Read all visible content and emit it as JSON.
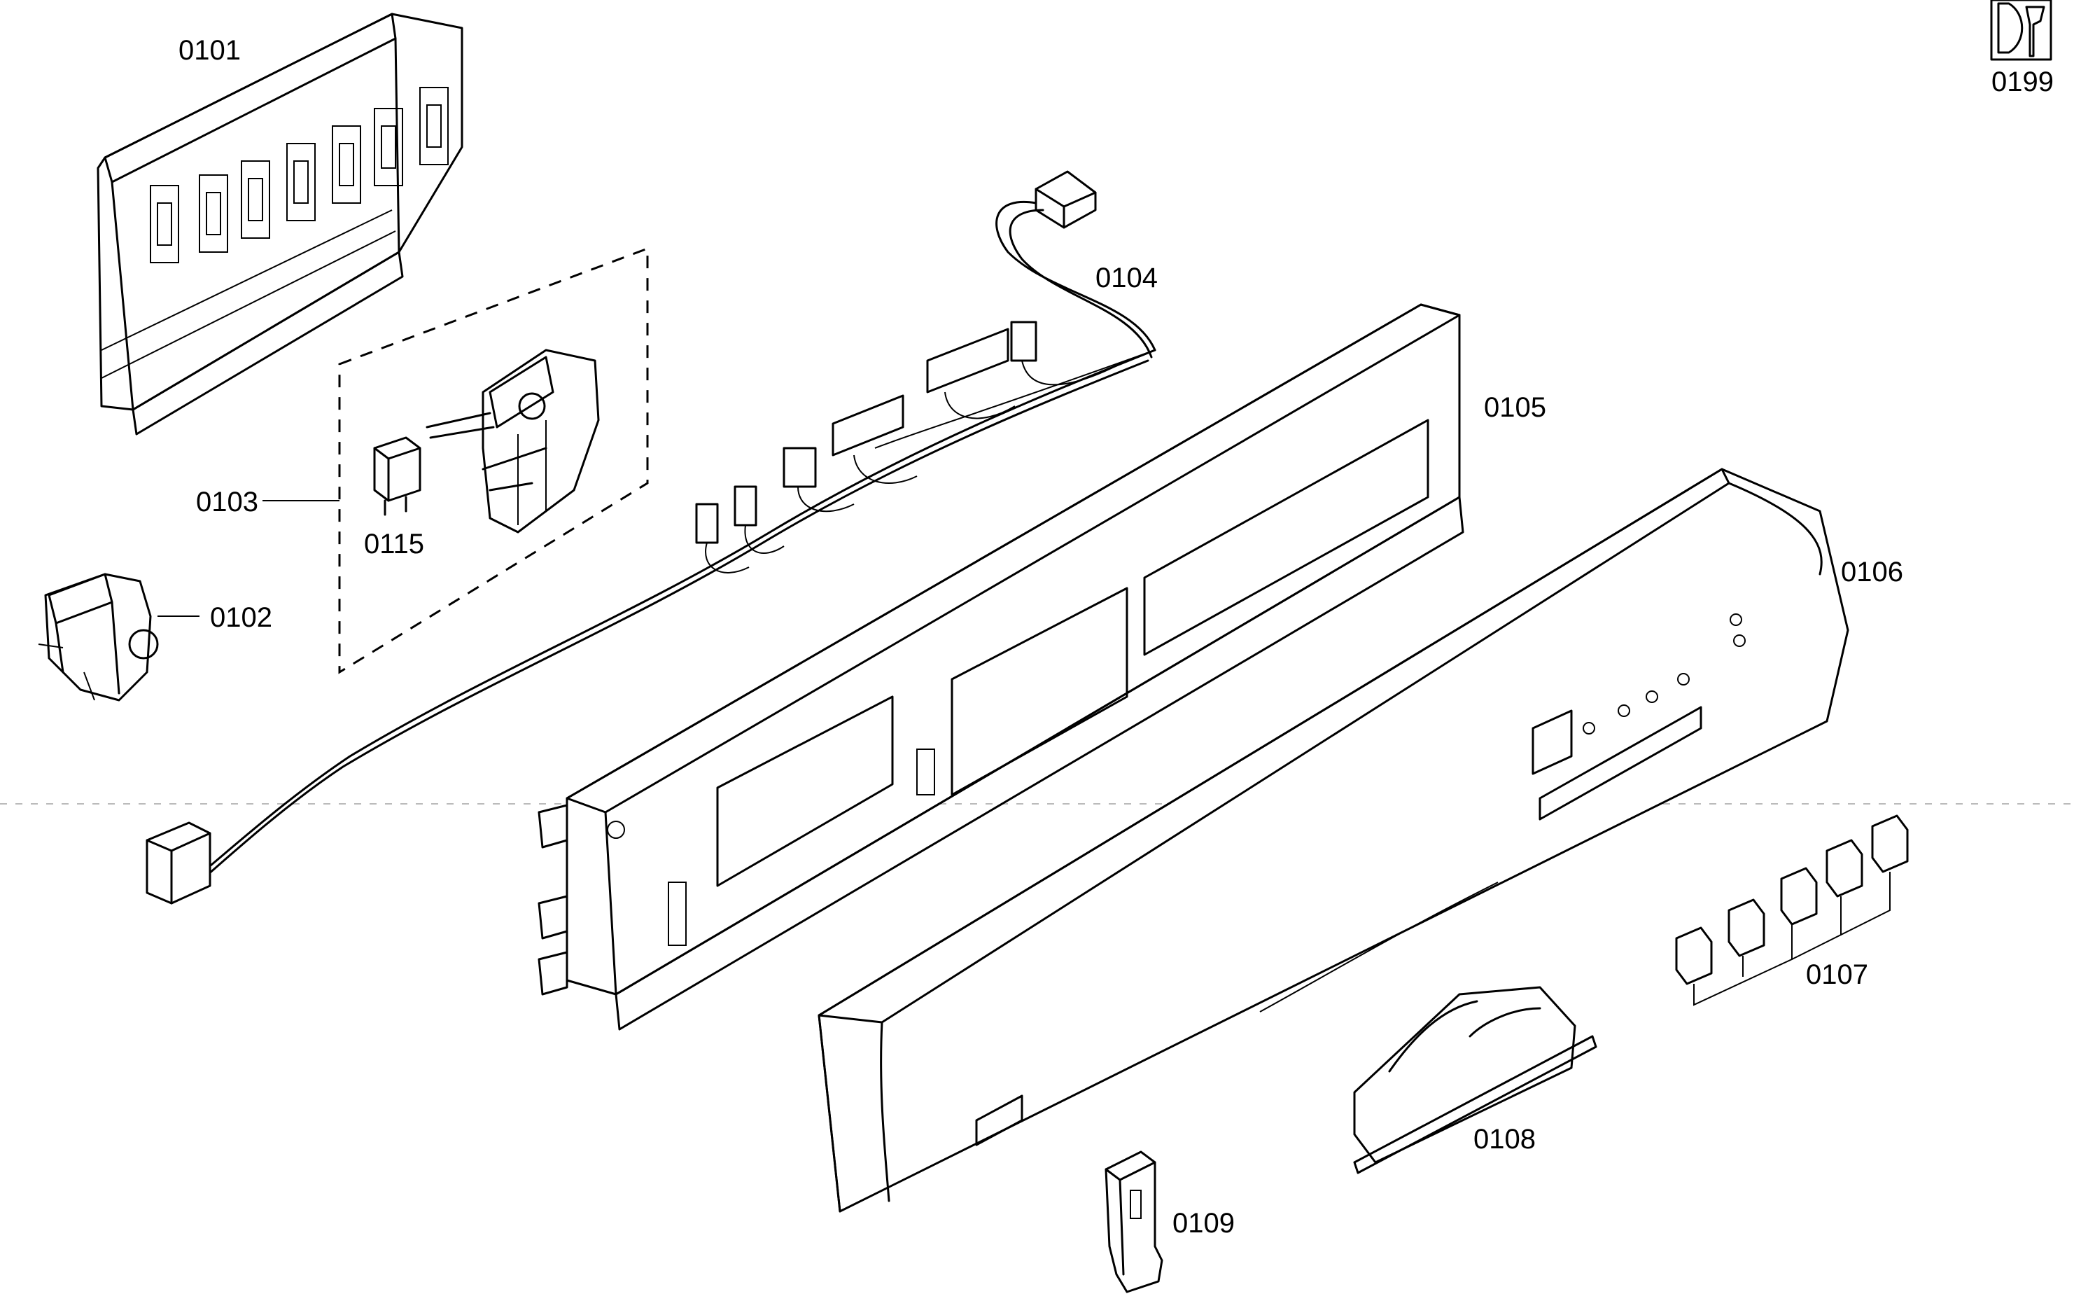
{
  "parts": [
    {
      "id": "module",
      "number": "0101"
    },
    {
      "id": "switch",
      "number": "0102"
    },
    {
      "id": "door-lock-set",
      "number": "0103"
    },
    {
      "id": "wiring-harness",
      "number": "0104"
    },
    {
      "id": "panel-frame",
      "number": "0105"
    },
    {
      "id": "fascia-panel",
      "number": "0106"
    },
    {
      "id": "push-buttons",
      "number": "0107"
    },
    {
      "id": "handle",
      "number": "0108"
    },
    {
      "id": "catch",
      "number": "0109"
    },
    {
      "id": "capacitor",
      "number": "0115"
    },
    {
      "id": "tools-icon",
      "number": "0199"
    }
  ],
  "colors": {
    "line": "#000000",
    "background": "#ffffff"
  }
}
